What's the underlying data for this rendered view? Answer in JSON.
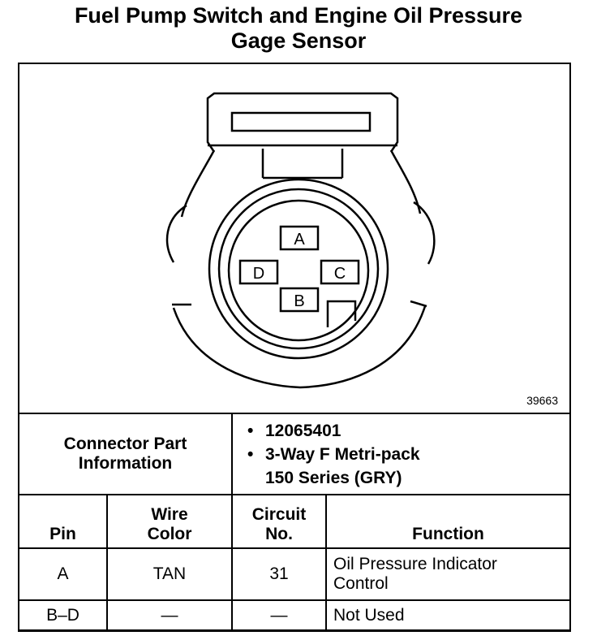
{
  "title": [
    "Fuel Pump Switch and Engine Oil Pressure",
    "Gage Sensor"
  ],
  "drawing_number": "39663",
  "connector": {
    "pins": [
      "A",
      "B",
      "C",
      "D"
    ]
  },
  "info": {
    "label": [
      "Connector Part",
      "Information"
    ],
    "items": [
      "12065401",
      "3-Way F Metri-pack",
      "150 Series (GRY)"
    ],
    "bullet": "•"
  },
  "table": {
    "headers": {
      "pin": "Pin",
      "wire": [
        "Wire",
        "Color"
      ],
      "circuit": [
        "Circuit",
        "No."
      ],
      "function": "Function"
    },
    "rows": [
      {
        "pin": "A",
        "wire": "TAN",
        "circuit": "31",
        "function": [
          "Oil Pressure Indicator",
          "Control"
        ]
      },
      {
        "pin": "B–D",
        "wire": "—",
        "circuit": "—",
        "function": [
          "Not Used"
        ]
      }
    ]
  }
}
